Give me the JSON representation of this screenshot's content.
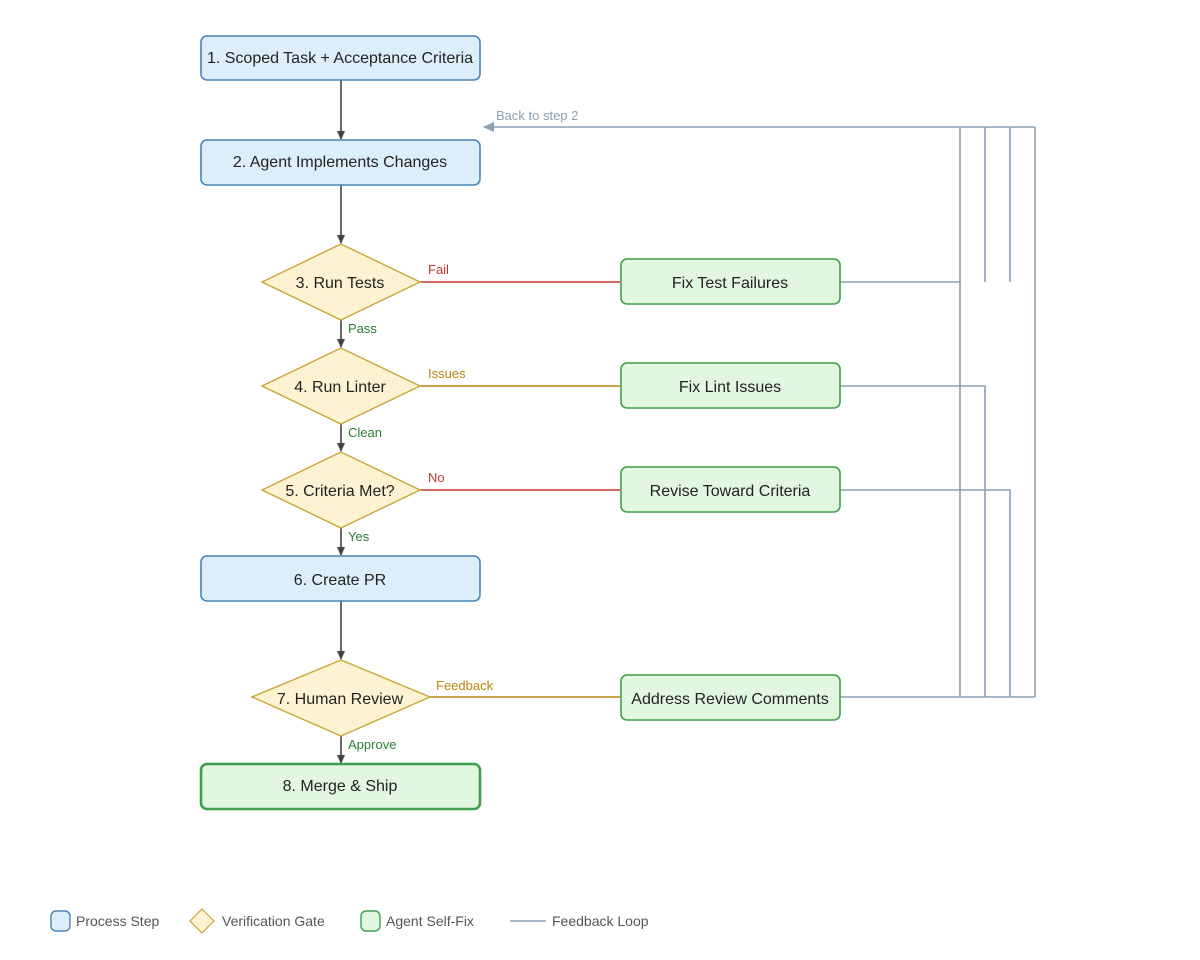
{
  "colors": {
    "process_fill": "#ddeefb",
    "process_stroke": "#4a84b8",
    "gate_fill": "#fdf2d2",
    "gate_stroke": "#c9a534",
    "fix_fill": "#e2f7df",
    "fix_stroke": "#3f9f4f",
    "arrow": "#444444",
    "feedback": "#8ca0b4",
    "fail_red": "#c0392b",
    "issue_amber": "#b8860b",
    "pass_green": "#2e7d32"
  },
  "steps": {
    "s1": "1. Scoped Task + Acceptance Criteria",
    "s2": "2. Agent Implements Changes",
    "s3": "3. Run Tests",
    "s4": "4. Run Linter",
    "s5": "5. Criteria Met?",
    "s6": "6. Create PR",
    "s7": "7. Human Review",
    "s8": "8. Merge & Ship"
  },
  "fixes": {
    "f3": "Fix Test Failures",
    "f4": "Fix Lint Issues",
    "f5": "Revise Toward Criteria",
    "f7": "Address Review Comments"
  },
  "edge_labels": {
    "fail": "Fail",
    "pass": "Pass",
    "issues": "Issues",
    "clean": "Clean",
    "no": "No",
    "yes": "Yes",
    "feedback": "Feedback",
    "approve": "Approve",
    "back": "Back to step 2"
  },
  "legend": {
    "process": "Process Step",
    "gate": "Verification Gate",
    "fix": "Agent Self-Fix",
    "loop": "Feedback Loop"
  }
}
